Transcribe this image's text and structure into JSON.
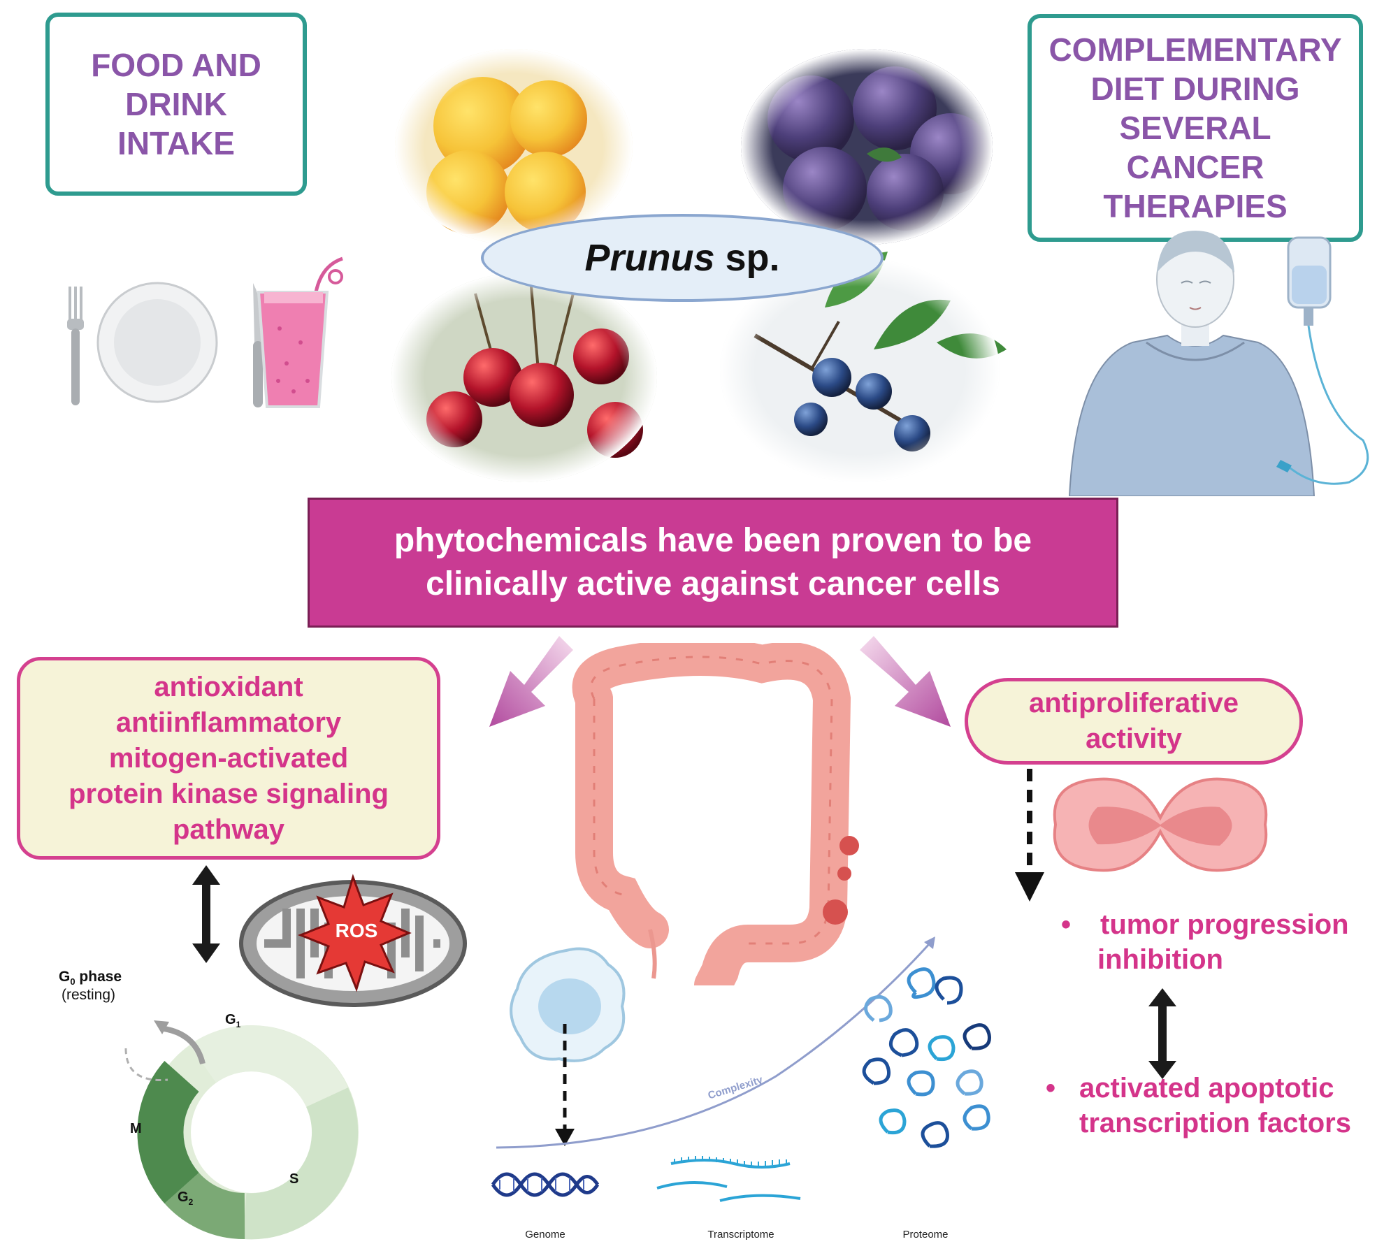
{
  "top_left_box": {
    "lines": [
      "FOOD AND",
      "DRINK",
      "INTAKE"
    ]
  },
  "top_right_box": {
    "lines": [
      "COMPLEMENTARY",
      "DIET DURING",
      "SEVERAL",
      "CANCER",
      "THERAPIES"
    ]
  },
  "genus": {
    "italic": "Prunus",
    "rest": " sp."
  },
  "banner": {
    "lines": [
      "phytochemicals have been proven to be",
      "clinically active against cancer cells"
    ]
  },
  "left_effects": {
    "lines": [
      "antioxidant",
      "antiinflammatory",
      "mitogen-activated",
      "protein kinase signaling",
      "pathway"
    ]
  },
  "right_effects": {
    "lines": [
      "antiproliferative",
      "activity"
    ]
  },
  "ros": "ROS",
  "cell_cycle": {
    "g0_main": "G",
    "g0_sub": "0",
    "g0_word": " phase",
    "resting": "(resting)",
    "g1_main": "G",
    "g1_sub": "1",
    "s": "S",
    "g2_main": "G",
    "g2_sub": "2",
    "m": "M"
  },
  "omics": {
    "complexity": "Complexity",
    "genome": "Genome",
    "transcriptome": "Transcriptome",
    "proteome": "Proteome"
  },
  "outcomes": {
    "tumor": [
      "tumor progression",
      "inhibition"
    ],
    "apoptotic": [
      "activated apoptotic",
      "transcription factors"
    ],
    "bullet": "•"
  },
  "colors": {
    "teal": "#2e9b8f",
    "purple_text": "#8a55a8",
    "magenta": "#c93b93",
    "pink_text": "#d4348a",
    "cream": "#f6f3d8",
    "colon": "#f2a49c",
    "cycle_light": "#dcebd6",
    "cycle_dark": "#4e8a4e"
  },
  "icons": [
    "fork-icon",
    "plate-icon",
    "knife-icon",
    "smoothie-icon",
    "iv-bag-icon",
    "patient-icon",
    "mitochondrion-icon",
    "colon-icon",
    "immune-cell-icon",
    "dividing-cell-icon",
    "dna-icon",
    "rna-icon",
    "protein-icon"
  ]
}
